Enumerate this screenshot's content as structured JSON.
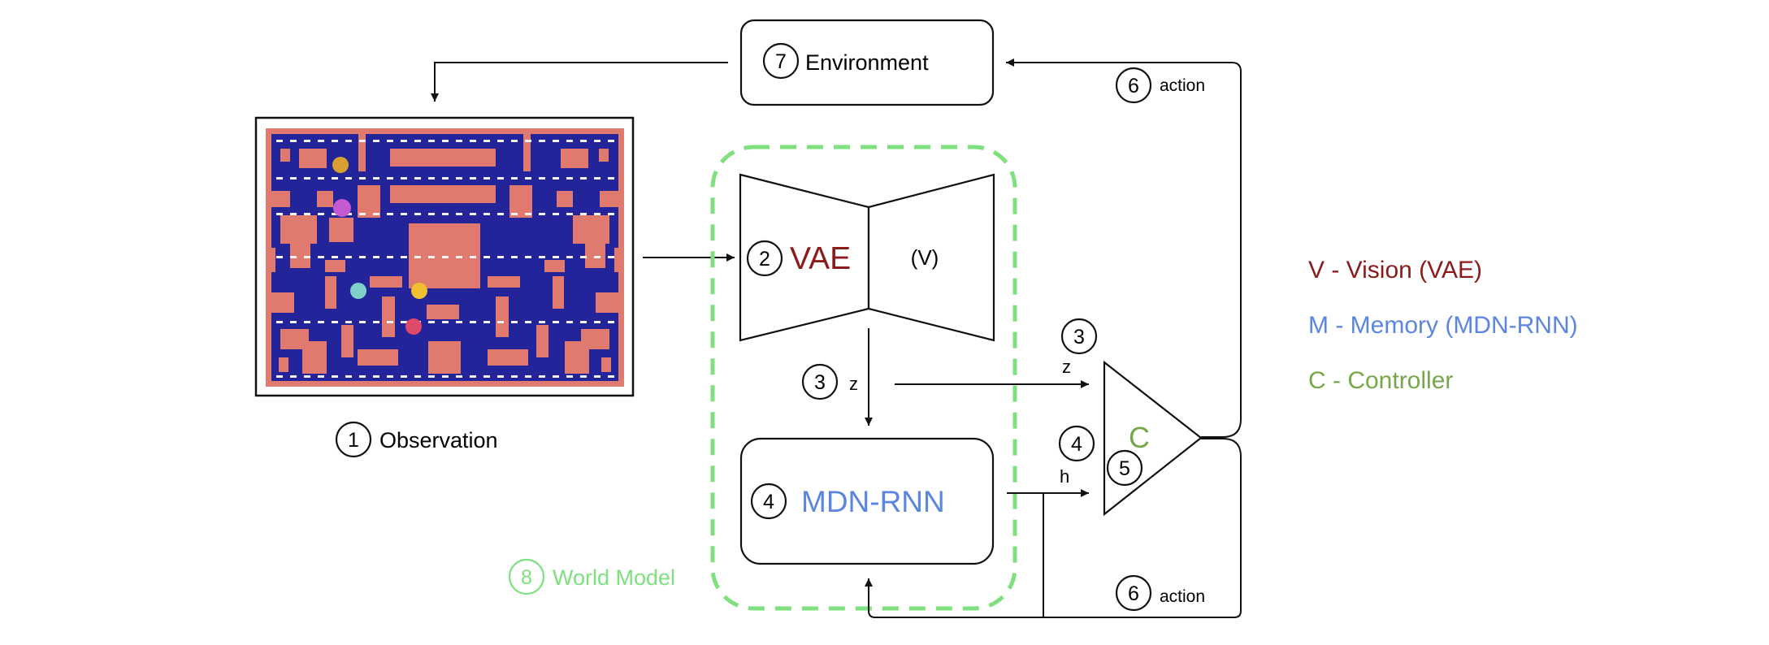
{
  "steps": {
    "observation": {
      "num": "1",
      "label": "Observation"
    },
    "vae": {
      "num": "2",
      "label": "VAE",
      "sub": "(V)"
    },
    "z_down": {
      "num": "3",
      "label": "z"
    },
    "z_right": {
      "num": "3",
      "label": "z"
    },
    "mdn": {
      "num": "4",
      "label": "MDN-RNN"
    },
    "h": {
      "num": "4",
      "label": "h"
    },
    "controller": {
      "num": "5",
      "label": "C"
    },
    "action_top": {
      "num": "6",
      "label": "action"
    },
    "action_bottom": {
      "num": "6",
      "label": "action"
    },
    "environment": {
      "num": "7",
      "label": "Environment"
    },
    "world_model": {
      "num": "8",
      "label": "World Model"
    }
  },
  "legend": [
    {
      "text": "V - Vision (VAE)",
      "color": "#8b1a1a"
    },
    {
      "text": "M - Memory (MDN-RNN)",
      "color": "#5b86e0"
    },
    {
      "text": "C - Controller",
      "color": "#76a84a"
    }
  ],
  "colors": {
    "vae": "#8b1a1a",
    "mdn": "#5b86e0",
    "controller": "#76a84a",
    "world_model": "#7ee07e",
    "maze_wall": "#e07a6e",
    "maze_bg": "#23239a"
  },
  "icons": {
    "observation_image": "pacman-maze"
  }
}
